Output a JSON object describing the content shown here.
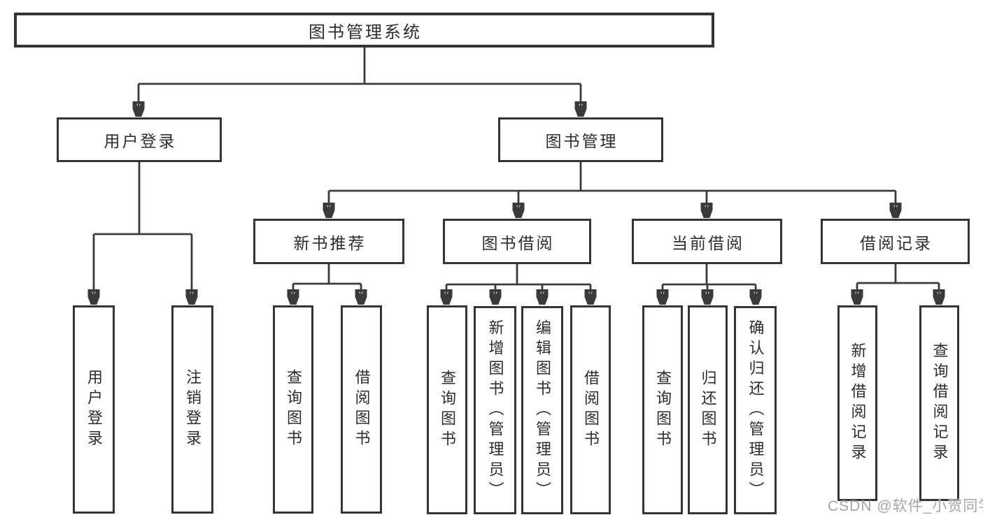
{
  "diagram": {
    "root": {
      "label": "图书管理系统"
    },
    "level2": [
      {
        "label": "用户登录"
      },
      {
        "label": "图书管理"
      }
    ],
    "level3": [
      {
        "label": "新书推荐",
        "parent": "图书管理"
      },
      {
        "label": "图书借阅",
        "parent": "图书管理"
      },
      {
        "label": "当前借阅",
        "parent": "图书管理"
      },
      {
        "label": "借阅记录",
        "parent": "图书管理"
      }
    ],
    "leaves": [
      {
        "label": "用户登录",
        "parent": "用户登录"
      },
      {
        "label": "注销登录",
        "parent": "用户登录"
      },
      {
        "label": "查询图书",
        "parent": "新书推荐"
      },
      {
        "label": "借阅图书",
        "parent": "新书推荐"
      },
      {
        "label": "查询图书",
        "parent": "图书借阅"
      },
      {
        "label": "新增图书（管理员）",
        "parent": "图书借阅"
      },
      {
        "label": "编辑图书（管理员）",
        "parent": "图书借阅"
      },
      {
        "label": "借阅图书",
        "parent": "图书借阅"
      },
      {
        "label": "查询图书",
        "parent": "当前借阅"
      },
      {
        "label": "归还图书",
        "parent": "当前借阅"
      },
      {
        "label": "确认归还（管理员）",
        "parent": "当前借阅"
      },
      {
        "label": "新增借阅记录",
        "parent": "借阅记录"
      },
      {
        "label": "查询借阅记录",
        "parent": "借阅记录"
      }
    ]
  },
  "watermark": {
    "text": "CSDN @软件_小贺同学"
  },
  "colors": {
    "line": "#3a3a3a",
    "box_border": "#343434",
    "box_fill": "#ffffff",
    "text": "#2d2d2d",
    "watermark": "#a6a6a6",
    "background": "#ffffff"
  }
}
